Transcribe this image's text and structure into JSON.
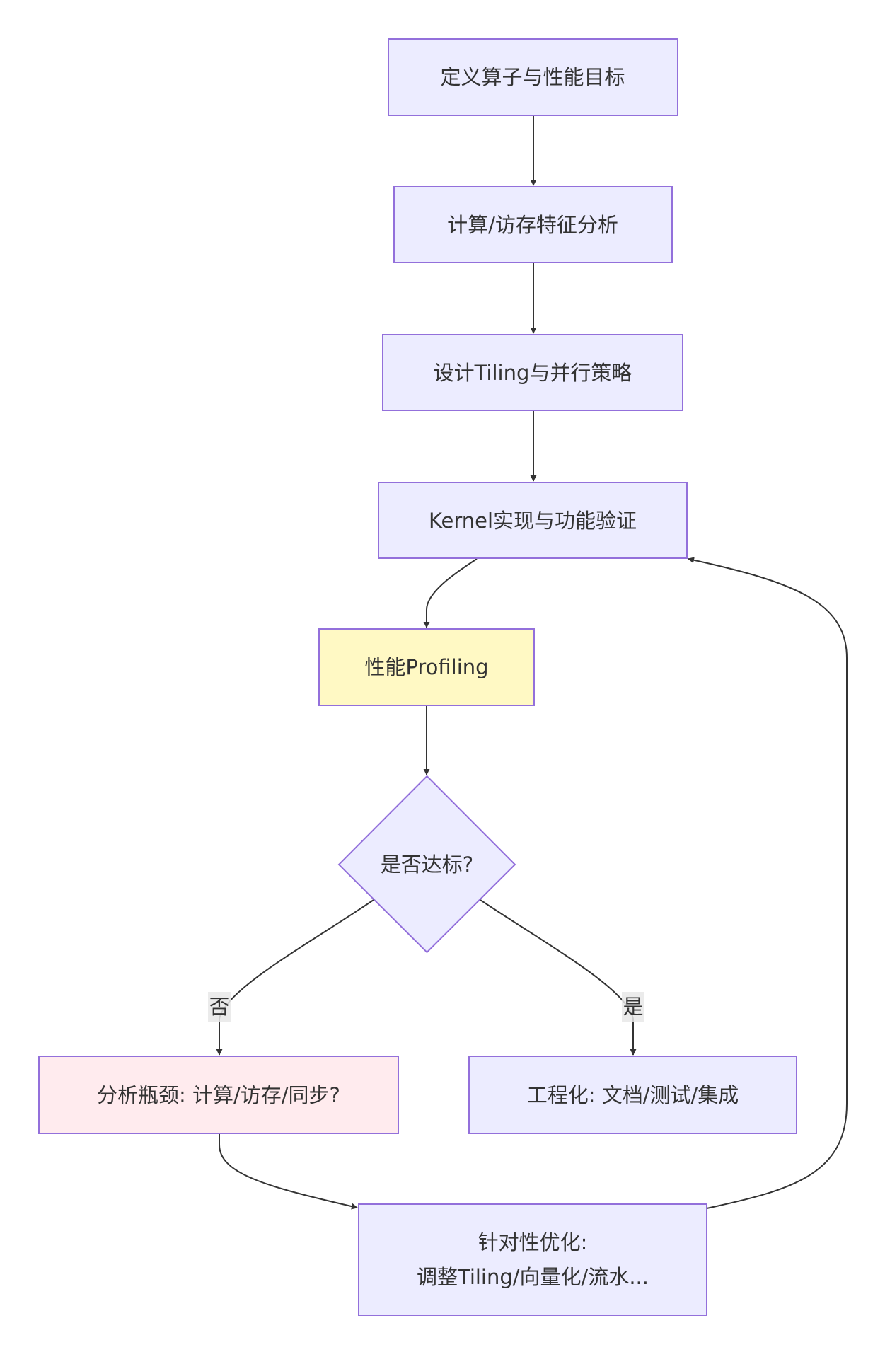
{
  "nodes": {
    "define": "定义算子与性能目标",
    "analyze": "计算/访存特征分析",
    "design": "设计Tiling与并行策略",
    "kernel": "Kernel实现与功能验证",
    "profiling": "性能Profiling",
    "decision": "是否达标?",
    "bottleneck": "分析瓶颈: 计算/访存/同步?",
    "engineering": "工程化: 文档/测试/集成",
    "optimize": {
      "line1": "针对性优化:",
      "line2": "调整Tiling/向量化/流水..."
    }
  },
  "edges": {
    "no_label": "否",
    "yes_label": "是"
  },
  "colors": {
    "node_fill": "#ECECFF",
    "node_stroke": "#9370DB",
    "profiling_fill": "#FFF9C4",
    "bottleneck_fill": "#FFEBEE",
    "line": "#333333"
  }
}
